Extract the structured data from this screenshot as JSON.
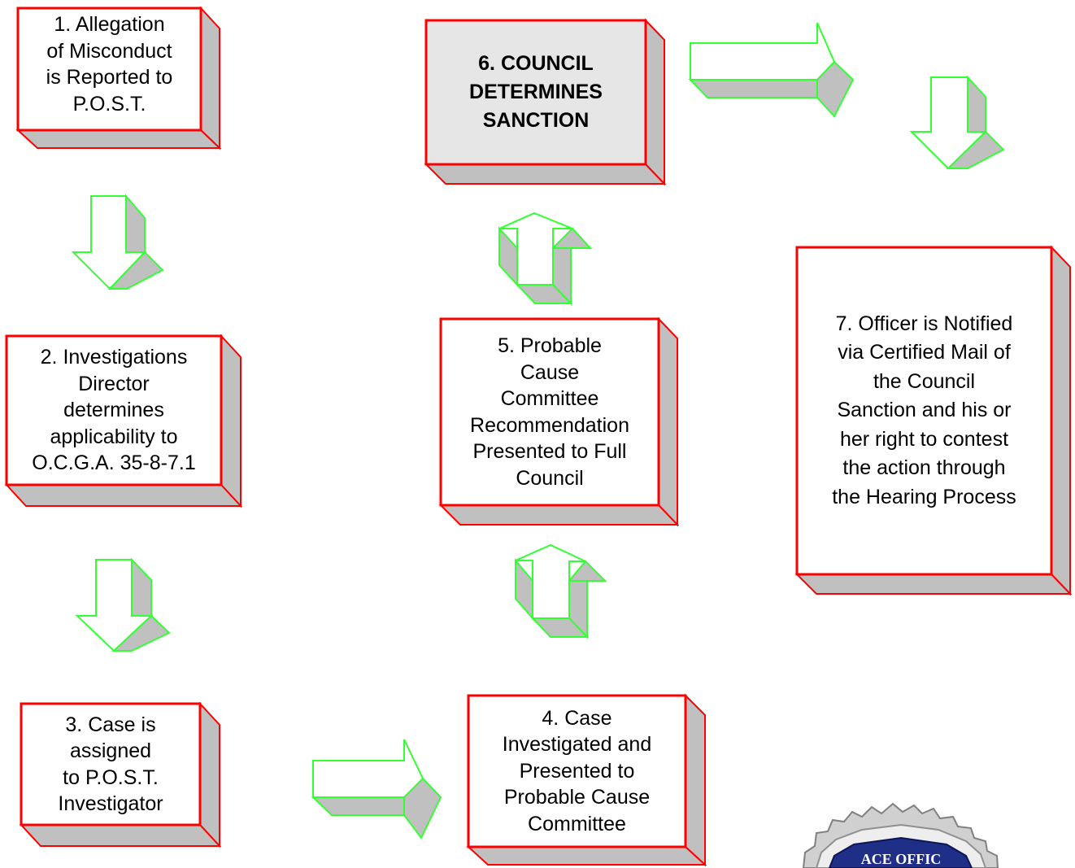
{
  "colors": {
    "box_border": "#ff0000",
    "box_fill": "#ffffff",
    "box_fill_highlight": "#e6e6e6",
    "box_side": "#c0c0c0",
    "arrow_outline": "#33ff33",
    "arrow_fill": "#ffffff",
    "arrow_side": "#c0c0c0"
  },
  "steps": [
    {
      "id": "step-1",
      "text": "1.  Allegation\nof Misconduct\nis Reported to\nP.O.S.T."
    },
    {
      "id": "step-2",
      "text": "2.  Investigations\nDirector\ndetermines\napplicability to\nO.C.G.A. 35-8-7.1"
    },
    {
      "id": "step-3",
      "text": "3.  Case is\nassigned\nto P.O.S.T.\nInvestigator"
    },
    {
      "id": "step-4",
      "text": "4.  Case\nInvestigated and\nPresented to\nProbable Cause\nCommittee"
    },
    {
      "id": "step-5",
      "text": "5.  Probable\nCause\nCommittee\nRecommendation\nPresented to Full\nCouncil"
    },
    {
      "id": "step-6",
      "text": "6.  COUNCIL\nDETERMINES\nSANCTION"
    },
    {
      "id": "step-7",
      "text": "7.  Officer is Notified\nvia Certified Mail of\nthe Council\nSanction and his or\nher right to contest\nthe action through\nthe Hearing Process"
    }
  ],
  "seal": {
    "text": "ACE OFFIC"
  }
}
